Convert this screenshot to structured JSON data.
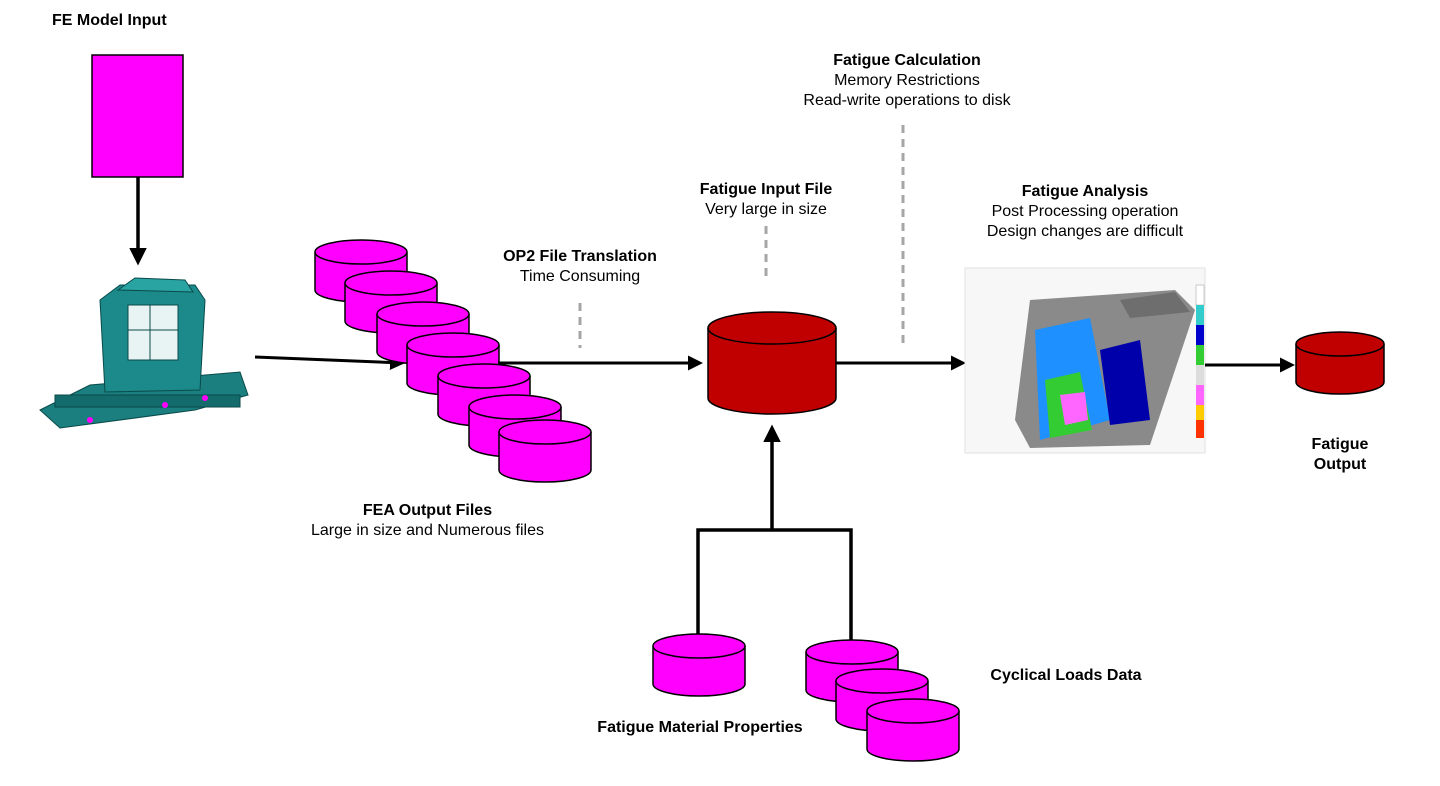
{
  "labels": {
    "fe_model_input": "FE Model Input",
    "fea_output_title": "FEA Output Files",
    "fea_output_desc": "Large in size and Numerous files",
    "op2_title": "OP2 File Translation",
    "op2_desc": "Time Consuming",
    "fatigue_input_title": "Fatigue Input File",
    "fatigue_input_desc": "Very large in size",
    "fatigue_calc_title": "Fatigue Calculation",
    "fatigue_calc_line1": "Memory Restrictions",
    "fatigue_calc_line2": "Read-write operations to disk",
    "fatigue_analysis_title": "Fatigue Analysis",
    "fatigue_analysis_line1": "Post Processing operation",
    "fatigue_analysis_line2": "Design changes are difficult",
    "fatigue_output": "Fatigue Output",
    "material_props": "Fatigue Material Properties",
    "cyclical_loads": "Cyclical Loads Data"
  },
  "colors": {
    "magenta": "#ff00ff",
    "dark_red": "#c00000",
    "teal_model": "#0e6e6e",
    "arrow": "#000000",
    "dashed": "#a6a6a6"
  },
  "icons": {
    "fe_model_image": "truck-cab-fe-mesh",
    "analysis_image": "fatigue-contour-plot"
  }
}
